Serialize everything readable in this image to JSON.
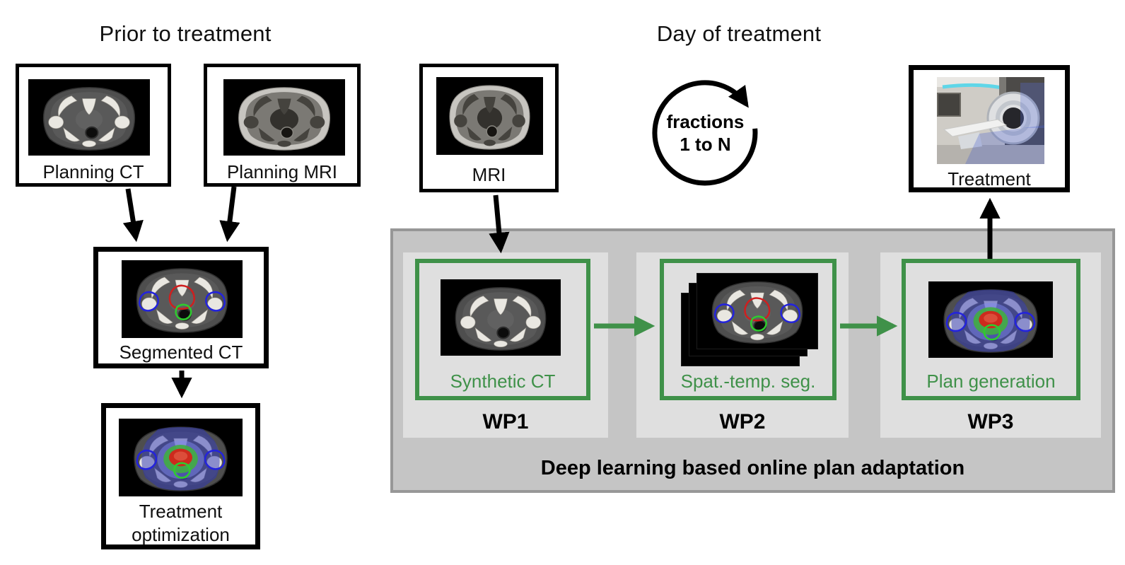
{
  "figure": {
    "sections": {
      "prior": {
        "title": "Prior to treatment"
      },
      "day": {
        "title": "Day of treatment"
      }
    },
    "boxes": {
      "planning_ct": {
        "label": "Planning CT",
        "image": "axial pelvis CT scan"
      },
      "planning_mri": {
        "label": "Planning MRI",
        "image": "axial pelvis MRI scan"
      },
      "segmented_ct": {
        "label": "Segmented CT",
        "image": "axial pelvis CT with organ contours"
      },
      "treatment_optimization": {
        "label": "Treatment optimization",
        "image": "axial pelvis CT with dose distribution"
      },
      "mri": {
        "label": "MRI",
        "image": "axial pelvis MRI scan"
      },
      "treatment": {
        "label": "Treatment",
        "image": "MR-linac treatment room photo"
      }
    },
    "fractions_loop": {
      "line1": "fractions",
      "line2": "1 to N",
      "icon": "circular-repeat-arrow"
    },
    "pipeline": {
      "title": "Deep learning based online plan adaptation",
      "steps": [
        {
          "tag": "WP1",
          "label": "Synthetic CT",
          "image": "synthetic CT scan"
        },
        {
          "tag": "WP2",
          "label": "Spat.-temp. seg.",
          "image": "stack of segmented CT slices"
        },
        {
          "tag": "WP3",
          "label": "Plan generation",
          "image": "CT with dose distribution"
        }
      ]
    },
    "colors": {
      "accent_green": "#3f9149",
      "panel_fill": "#c5c5c5",
      "panel_border": "#979797",
      "step_fill": "#dfdfdf",
      "box_border": "#000000",
      "contour_blue": "#2323dc",
      "contour_red": "#cf1f1f",
      "contour_green": "#2ecc2e",
      "dose_blue": "#2e36b8",
      "dose_red": "#cd2a1d"
    }
  }
}
